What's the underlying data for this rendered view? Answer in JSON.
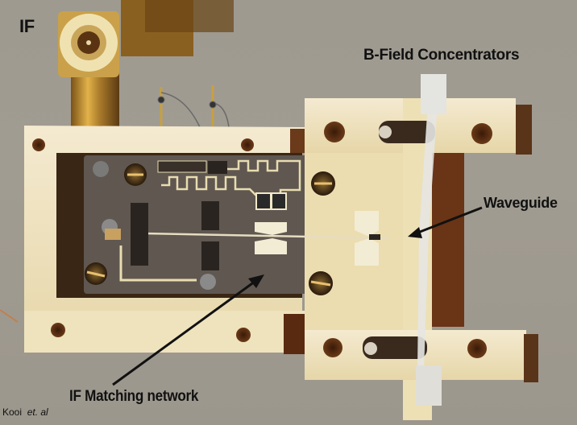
{
  "image": {
    "description": "Photograph of a superconducting mixer block with IF matching network, B-field concentrators and waveguide",
    "labels": {
      "if_connector": "IF",
      "b_field": "B-Field Concentrators",
      "waveguide": "Waveguide",
      "if_matching": "IF Matching network"
    },
    "credit": {
      "author": "Kooi",
      "suffix": "et. al"
    },
    "colors": {
      "background": "#9e9a90",
      "block_brass": "#efe3b8",
      "circuit_board": "#5e5650",
      "label_text": "#111111"
    }
  }
}
